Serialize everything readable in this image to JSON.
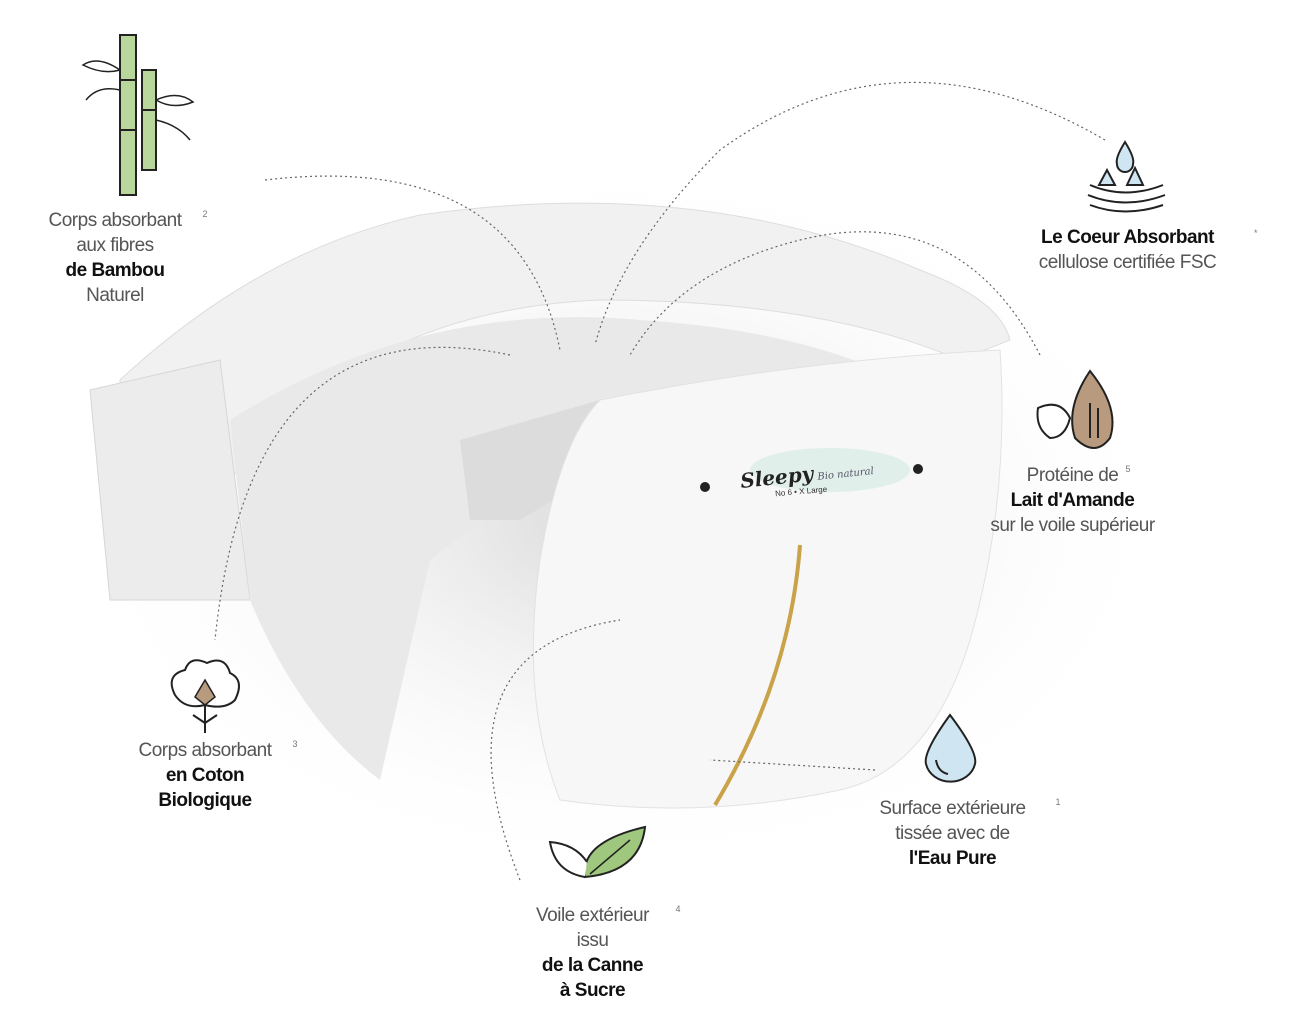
{
  "product": {
    "brand": "Sleepy",
    "line": "Bio natural",
    "size": "No 6 • X Large"
  },
  "features": [
    {
      "id": "bambou",
      "icon": "bamboo-icon",
      "lines": [
        "Corps absorbant",
        "aux fibres"
      ],
      "bold": [
        "de Bambou"
      ],
      "after": [
        "Naturel"
      ],
      "note": "2"
    },
    {
      "id": "coeur",
      "icon": "absorbent-core-icon",
      "bold": [
        "Le Coeur Absorbant"
      ],
      "after": [
        "cellulose certifiée FSC"
      ],
      "note": "*"
    },
    {
      "id": "amande",
      "icon": "almond-icon",
      "lines": [
        "Protéine de"
      ],
      "bold": [
        "Lait d'Amande"
      ],
      "after": [
        "sur le voile supérieur"
      ],
      "note": "5"
    },
    {
      "id": "coton",
      "icon": "cotton-icon",
      "lines": [
        "Corps absorbant"
      ],
      "bold": [
        "en Coton",
        "Biologique"
      ],
      "note": "3"
    },
    {
      "id": "eau",
      "icon": "water-drop-icon",
      "lines": [
        "Surface extérieure",
        "tissée avec de"
      ],
      "bold": [
        "l'Eau Pure"
      ],
      "note": "1"
    },
    {
      "id": "canne",
      "icon": "leaf-icon",
      "lines": [
        "Voile extérieur",
        "issu"
      ],
      "bold": [
        "de la Canne",
        "à Sucre"
      ],
      "note": "4"
    }
  ],
  "colors": {
    "bamboo": "#b9d79a",
    "drop": "#cfe6f2",
    "almond": "#b89a7f",
    "gold": "#c9a24a"
  }
}
